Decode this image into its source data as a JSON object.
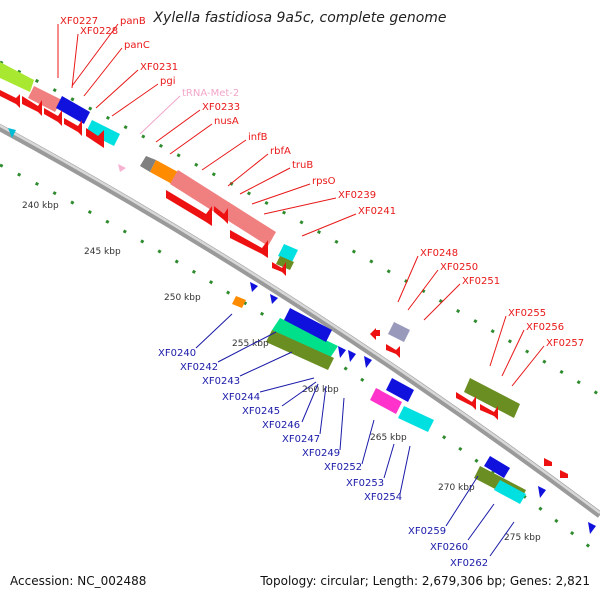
{
  "title": "Xylella fastidiosa 9a5c, complete genome",
  "footer": {
    "accession": "Accession: NC_002488",
    "summary": "Topology: circular; Length: 2,679,306 bp; Genes: 2,821"
  },
  "colors": {
    "label_red": "#e81818",
    "label_blue": "#1a1aa8",
    "label_pink": "#f2a6c8",
    "cds": "#ee1111",
    "trna": "#f7b2d2"
  },
  "ticks": [
    "240 kbp",
    "245 kbp",
    "250 kbp",
    "255 kbp",
    "260 kbp",
    "265 kbp",
    "270 kbp",
    "275 kbp"
  ],
  "labels_top": [
    "XF0227",
    "panB",
    "XF0228",
    "panC",
    "XF0231",
    "pgi",
    "tRNA-Met-2",
    "XF0233",
    "nusA",
    "infB",
    "rbfA",
    "truB",
    "rpsO",
    "XF0239",
    "XF0241",
    "XF0248",
    "XF0250",
    "XF0251",
    "XF0255",
    "XF0256",
    "XF0257"
  ],
  "labels_bottom": [
    "XF0240",
    "XF0242",
    "XF0243",
    "XF0244",
    "XF0245",
    "XF0246",
    "XF0247",
    "XF0249",
    "XF0252",
    "XF0253",
    "XF0254",
    "XF0259",
    "XF0260",
    "XF0262"
  ]
}
